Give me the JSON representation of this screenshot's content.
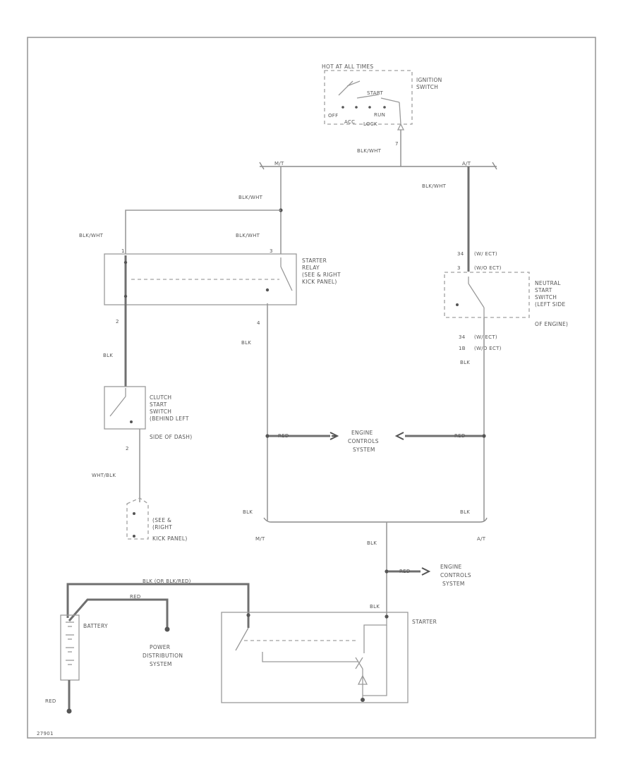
{
  "ignition": {
    "header": "HOT AT ALL TIMES",
    "name1": "IGNITION",
    "name2": "SWITCH",
    "off": "OFF",
    "acc": "ACC",
    "start": "START",
    "run": "RUN",
    "lock": "LOCK",
    "pin": "7"
  },
  "wires": {
    "ign_out": "BLK/WHT",
    "relay_in": "BLK/WHT",
    "relay_left": "BLK/WHT",
    "relay_right": "BLK/WHT",
    "neutral_in": "BLK/WHT",
    "relay_out2": "BLK",
    "relay_out4": "BLK",
    "clutch_out": "WHT/BLK",
    "neutral_out": "BLK",
    "left_bottom": "BLK",
    "right_bottom": "BLK",
    "starter_feed": "BLK",
    "starter_in": "BLK",
    "ecs1": "RED",
    "ecs2": "RED",
    "ecs3": "RED",
    "battery_top": "BLK (OR BLK/RED)",
    "battery_red": "RED",
    "battery_neg": "RED"
  },
  "tags": {
    "mt": "M/T",
    "at": "A/T",
    "bus_mt": "M/T",
    "bus_at": "A/T"
  },
  "relay": {
    "name": "STARTER",
    "line2": "RELAY",
    "line3": "(SEE & RIGHT",
    "line4": "KICK PANEL)",
    "pin1": "1",
    "pin2": "2",
    "pin3": "3",
    "pin4": "4"
  },
  "neutral": {
    "pin_a1": "34",
    "pin_a1_note": "(W/ ECT)",
    "pin_a2": "3",
    "pin_a2_note": "(W/O ECT)",
    "line1": "NEUTRAL",
    "line2": "START",
    "line3": "SWITCH",
    "line4": "(LEFT SIDE",
    "line5": "OF ENGINE)",
    "pin_b1": "34",
    "pin_b1_note": "(W/ ECT)",
    "pin_b2": "1B",
    "pin_b2_note": "(W/O ECT)"
  },
  "clutch": {
    "line1": "CLUTCH",
    "line2": "START",
    "line3": "SWITCH",
    "line4": "(BEHIND LEFT",
    "line5": "SIDE OF DASH)",
    "pin": "2"
  },
  "ground": {
    "line1": "(SEE &",
    "line2": "(RIGHT",
    "line3": "KICK PANEL)"
  },
  "ecs_center": {
    "line1": "ENGINE",
    "line2": "CONTROLS",
    "line3": "SYSTEM"
  },
  "ecs_lower": {
    "line1": "ENGINE",
    "line2": "CONTROLS",
    "line3": "SYSTEM"
  },
  "battery": {
    "name": "BATTERY"
  },
  "power": {
    "line1": "POWER",
    "line2": "DISTRIBUTION",
    "line3": "SYSTEM"
  },
  "starter": {
    "name": "STARTER"
  },
  "footer": {
    "code": "27901"
  }
}
